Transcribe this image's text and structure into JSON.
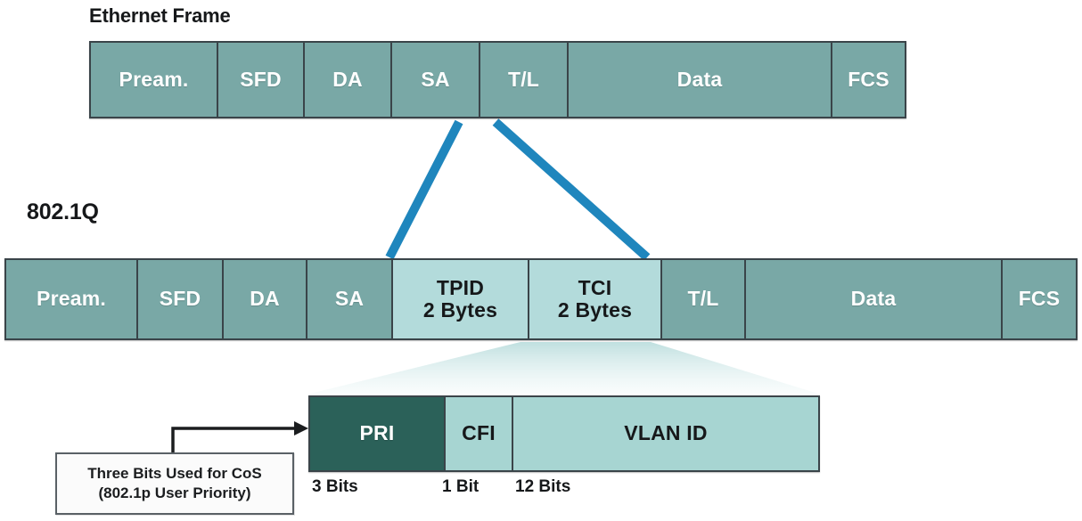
{
  "diagram": {
    "title_ethernet": "Ethernet Frame",
    "title_8021q": "802.1Q"
  },
  "colors": {
    "cell_teal": "#79a8a6",
    "cell_light_cyan": "#b3dbdb",
    "cell_dark_teal": "#2b6159",
    "cell_mid_cyan": "#a7d5d2",
    "border": "#3a4449",
    "connector_blue": "#1f86bd",
    "funnel": "#cfe6e6",
    "callout_border": "#5a6166",
    "text_dark": "#16181a",
    "text_light": "#ffffff"
  },
  "ethernet_frame": {
    "label": "Ethernet Frame",
    "fields": [
      {
        "name": "Pream.",
        "detail": "",
        "style": "teal"
      },
      {
        "name": "SFD",
        "detail": "",
        "style": "teal"
      },
      {
        "name": "DA",
        "detail": "",
        "style": "teal"
      },
      {
        "name": "SA",
        "detail": "",
        "style": "teal"
      },
      {
        "name": "T/L",
        "detail": "",
        "style": "teal"
      },
      {
        "name": "Data",
        "detail": "",
        "style": "teal"
      },
      {
        "name": "FCS",
        "detail": "",
        "style": "teal"
      }
    ]
  },
  "dot1q_frame": {
    "label": "802.1Q",
    "fields": [
      {
        "name": "Pream.",
        "detail": "",
        "style": "teal"
      },
      {
        "name": "SFD",
        "detail": "",
        "style": "teal"
      },
      {
        "name": "DA",
        "detail": "",
        "style": "teal"
      },
      {
        "name": "SA",
        "detail": "",
        "style": "teal"
      },
      {
        "name": "TPID",
        "detail": "2 Bytes",
        "style": "lightcyan"
      },
      {
        "name": "TCI",
        "detail": "2 Bytes",
        "style": "lightcyan"
      },
      {
        "name": "T/L",
        "detail": "",
        "style": "teal"
      },
      {
        "name": "Data",
        "detail": "",
        "style": "teal"
      },
      {
        "name": "FCS",
        "detail": "",
        "style": "teal"
      }
    ]
  },
  "tci_detail": {
    "fields": [
      {
        "name": "PRI",
        "bits": "3 Bits",
        "style": "darkteal"
      },
      {
        "name": "CFI",
        "bits": "1 Bit",
        "style": "midcyan"
      },
      {
        "name": "VLAN ID",
        "bits": "12 Bits",
        "style": "midcyan"
      }
    ],
    "bit_labels": {
      "pri": "3 Bits",
      "cfi": "1 Bit",
      "vlan": "12 Bits"
    }
  },
  "callout": {
    "line1": "Three Bits Used for CoS",
    "line2": "(802.1p User Priority)"
  }
}
